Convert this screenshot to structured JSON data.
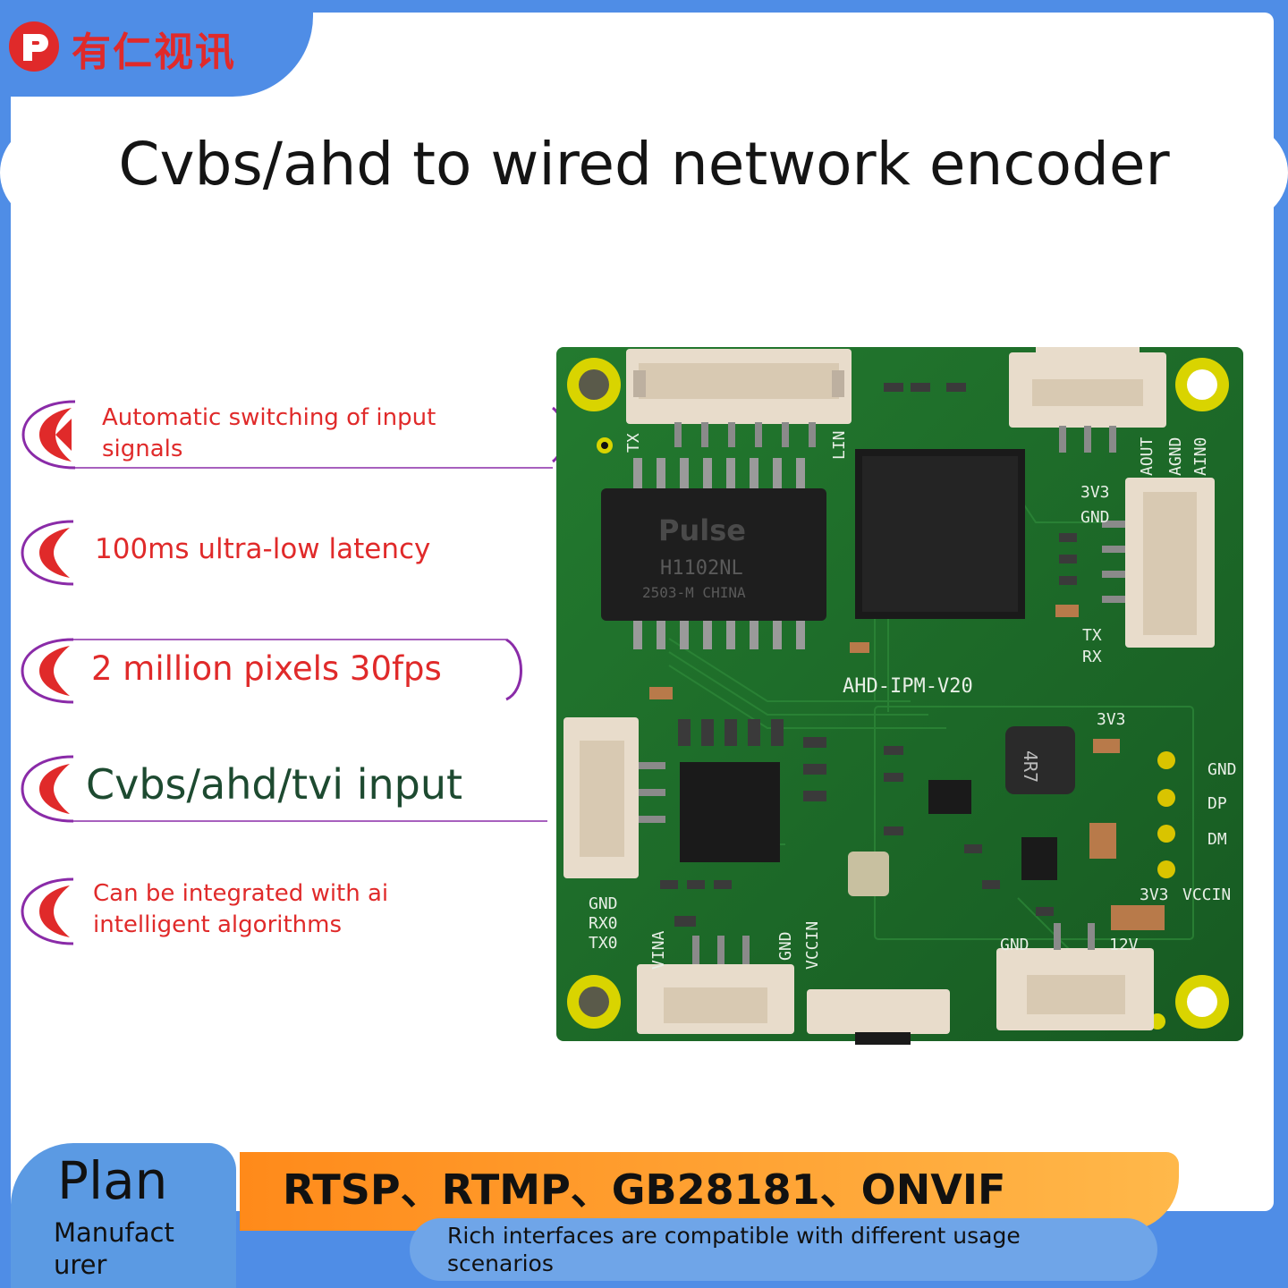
{
  "brand": {
    "name": "有仁视讯",
    "logo_mark": "logo-icon",
    "color": "#e02a2a"
  },
  "title": "Cvbs/ahd to wired network encoder",
  "features": [
    {
      "text_line1": "Automatic switching of input",
      "text_line2": "signals",
      "icon": "crescent-icon"
    },
    {
      "text_line1": "100ms ultra-low latency",
      "text_line2": "",
      "icon": "crescent-icon"
    },
    {
      "text_line1": "2 million pixels 30fps",
      "text_line2": "",
      "icon": "crescent-icon"
    },
    {
      "text_line1": "Cvbs/ahd/tvi input",
      "text_line2": "",
      "icon": "crescent-icon"
    },
    {
      "text_line1": "Can be integrated with ai",
      "text_line2": "intelligent algorithms",
      "icon": "crescent-icon"
    }
  ],
  "board": {
    "transformer_brand": "Pulse",
    "transformer_model": "H1102NL",
    "transformer_code": "2503-M CHINA",
    "model_label": "AHD-IPM-V20",
    "inductor_label": "4R7",
    "labels": {
      "tx": "TX",
      "lin": "LIN",
      "aout": "AOUT",
      "agnd": "AGND",
      "ain": "AIN0",
      "v3v3": "3V3",
      "gnd": "GND",
      "tx2": "TX",
      "rx2": "RX",
      "gnd_r": "GND",
      "dp": "DP",
      "dm": "DM",
      "v3v3b": "3V3",
      "vccin_r": "VCCIN",
      "gnd_b": "GND",
      "rx0": "RX0",
      "tx0": "TX0",
      "vina": "VINA",
      "gnd_c": "GND",
      "vccin_c": "VCCIN",
      "gnd_d": "GND",
      "v12": "12V",
      "v3v3c": "3V3"
    }
  },
  "bottom": {
    "protocols": "RTSP、RTMP、GB28181、ONVIF",
    "plan": "Plan",
    "manufacturer": "Manufact urer",
    "description": "Rich interfaces are compatible with different usage scenarios"
  },
  "colors": {
    "frame_blue": "#4f8de6",
    "accent_red": "#e02a2a",
    "orange": "#ff8a1a",
    "pcb_green": "#1f6b2a",
    "connector": "#e8dccb"
  }
}
